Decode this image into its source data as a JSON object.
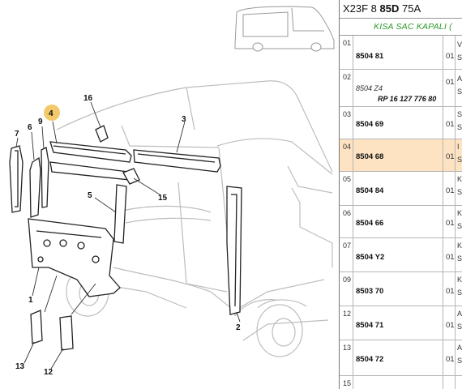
{
  "header": {
    "code_prefix": "X23F 8",
    "code_bold": "85D",
    "code_suffix": "75A",
    "subtitle": "KISA SAC KAPALI ("
  },
  "diagram": {
    "callouts": [
      "1",
      "2",
      "3",
      "4",
      "5",
      "6",
      "7",
      "9",
      "12",
      "13",
      "15",
      "16"
    ],
    "highlighted_callout": "4",
    "highlight_color": "#f3c96a"
  },
  "table": {
    "rows": [
      {
        "num": "01",
        "part": "8504 81",
        "qty": "01",
        "desc_top": "V",
        "desc_bot": "S"
      },
      {
        "num": "02",
        "part": "",
        "alt": "8504 Z4",
        "rp": "RP 16 127 776 80",
        "qty": "01",
        "desc_top": "A",
        "desc_bot": "S"
      },
      {
        "num": "03",
        "part": "8504 69",
        "qty": "01",
        "desc_top": "S",
        "desc_bot": "S"
      },
      {
        "num": "04",
        "part": "8504 68",
        "qty": "01",
        "desc_top": "I",
        "desc_bot": "S",
        "highlight": true
      },
      {
        "num": "05",
        "part": "8504 84",
        "qty": "01",
        "desc_top": "K",
        "desc_bot": "S"
      },
      {
        "num": "06",
        "part": "8504 66",
        "qty": "01",
        "desc_top": "K",
        "desc_bot": "S"
      },
      {
        "num": "07",
        "part": "8504 Y2",
        "qty": "01",
        "desc_top": "K",
        "desc_bot": "S"
      },
      {
        "num": "09",
        "part": "8503 70",
        "qty": "01",
        "desc_top": "K",
        "desc_bot": "S"
      },
      {
        "num": "12",
        "part": "8504 71",
        "qty": "01",
        "desc_top": "A",
        "desc_bot": "S"
      },
      {
        "num": "13",
        "part": "8504 72",
        "qty": "01",
        "desc_top": "A",
        "desc_bot": "S"
      },
      {
        "num": "15",
        "part": "",
        "qty": "",
        "desc_top": "",
        "desc_bot": ""
      }
    ]
  },
  "colors": {
    "highlight_row": "#fde3c2",
    "subtitle_green": "#2a9a2a"
  }
}
